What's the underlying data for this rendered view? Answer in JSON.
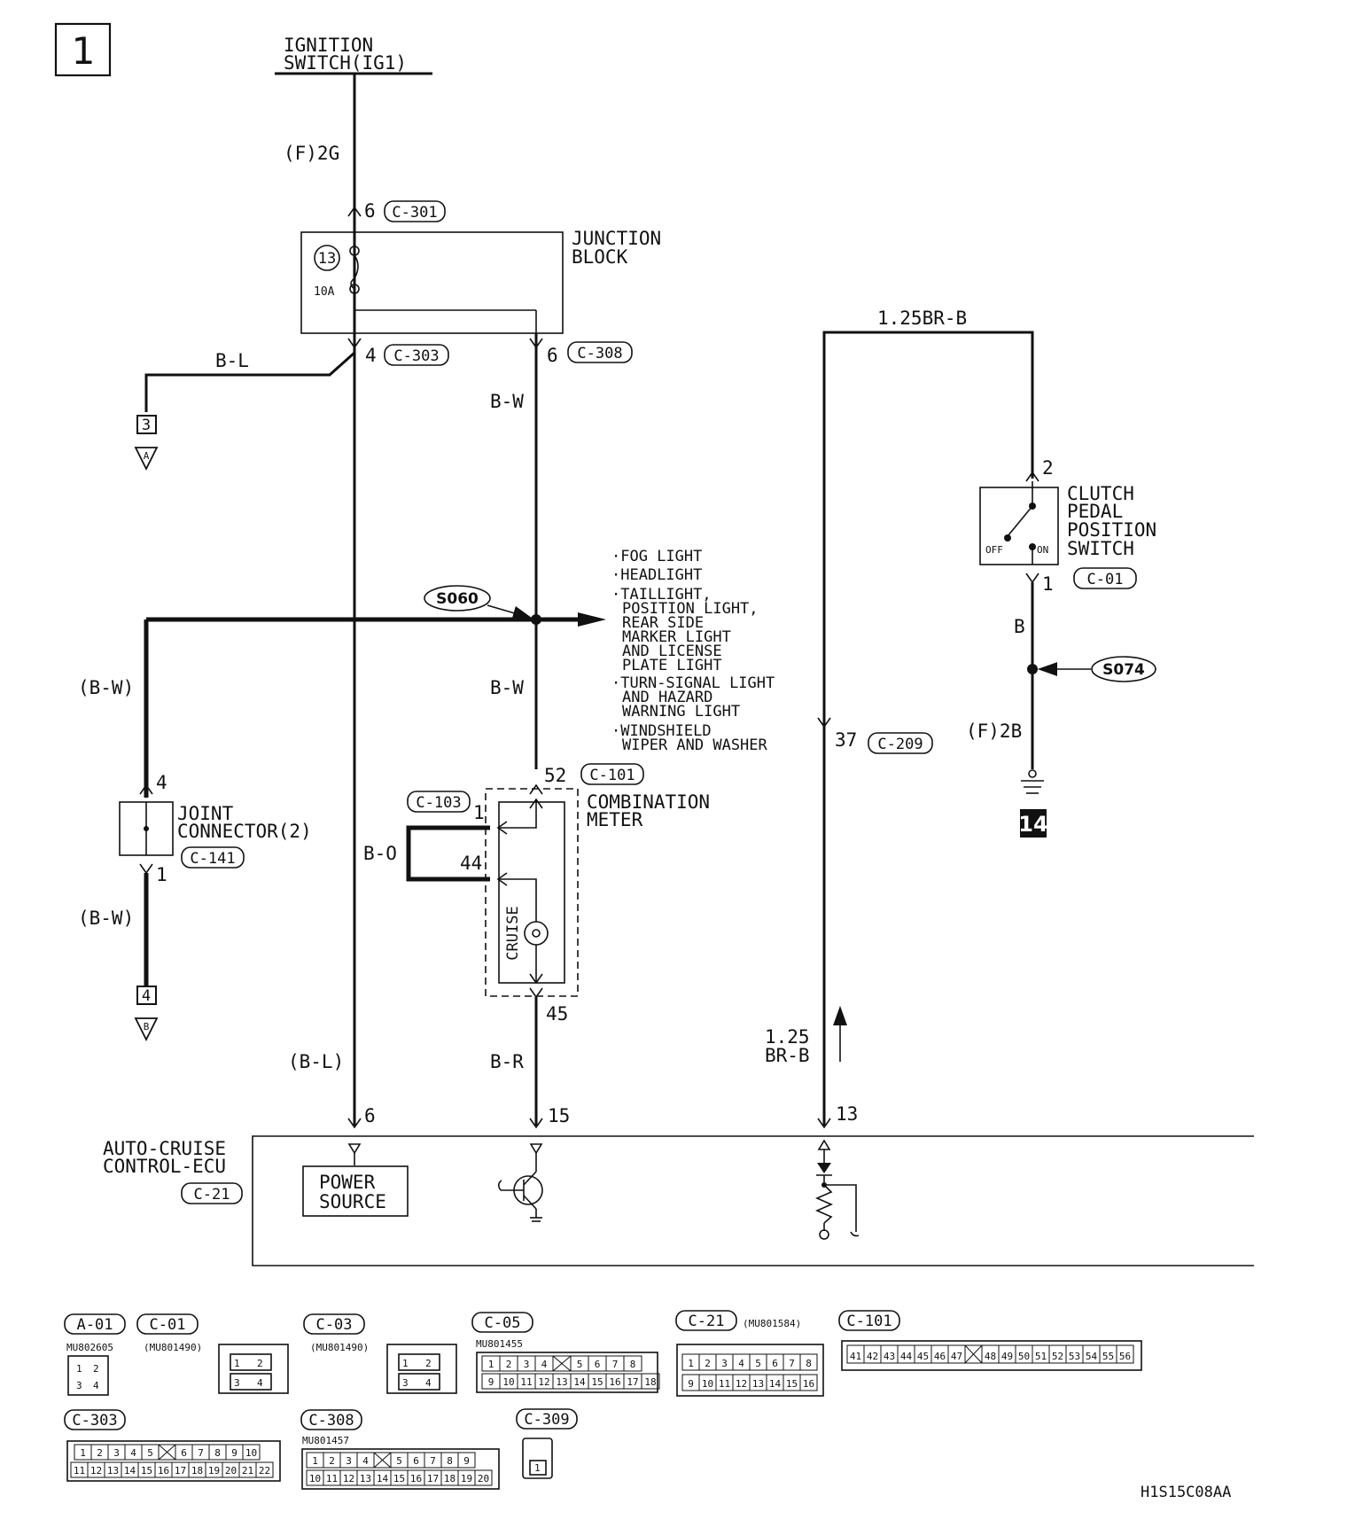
{
  "page_number": "1",
  "power": {
    "line1": "IGNITION",
    "line2": "SWITCH(IG1)",
    "wire": "(F)2G",
    "pin": "6",
    "connector": "C-301"
  },
  "junction_block": {
    "line1": "JUNCTION",
    "line2": "BLOCK",
    "fuse_no": "13",
    "fuse_rating": "10A",
    "out_left_pin": "4",
    "out_left_conn": "C-303",
    "out_right_pin": "6",
    "out_right_conn": "C-308"
  },
  "wires": {
    "bl": "B-L",
    "bw_top": "B-W",
    "bw_mid": "B-W",
    "bw_paren_top": "(B-W)",
    "bw_paren_bot": "(B-W)",
    "bo": "B-O",
    "br": "B-R",
    "bl_paren": "(B-L)",
    "brb_top": "1.25BR-B",
    "brb_bot_1": "1.25",
    "brb_bot_2": "BR-B",
    "b": "B",
    "f2b": "(F)2B"
  },
  "terminals": {
    "a_num": "3",
    "a_letter": "A",
    "b_num": "4",
    "b_letter": "B",
    "ground": "14"
  },
  "splices": {
    "s1": "S060",
    "s2": "S074"
  },
  "loads": [
    "FOG LIGHT",
    "HEADLIGHT",
    "TAILLIGHT,",
    "POSITION LIGHT,",
    "REAR SIDE",
    "MARKER LIGHT",
    "AND LICENSE",
    "PLATE LIGHT",
    "TURN-SIGNAL LIGHT",
    "AND HAZARD",
    "WARNING LIGHT",
    "WINDSHIELD",
    "WIPER AND WASHER"
  ],
  "joint": {
    "line1": "JOINT",
    "line2": "CONNECTOR(2)",
    "conn": "C-141",
    "pin_top": "4",
    "pin_bot": "1"
  },
  "meter": {
    "line1": "COMBINATION",
    "line2": "METER",
    "pin_52": "52",
    "conn": "C-101",
    "conn_103": "C-103",
    "pin_1": "1",
    "pin_44": "44",
    "pin_45": "45",
    "cruise": "CRUISE"
  },
  "clutch": {
    "line1": "CLUTCH",
    "line2": "PEDAL",
    "line3": "POSITION",
    "line4": "SWITCH",
    "conn": "C-01",
    "pin_top": "2",
    "pin_bot": "1",
    "off": "OFF",
    "on": "ON"
  },
  "c209": {
    "pin": "37",
    "conn": "C-209"
  },
  "ecu": {
    "line1": "AUTO-CRUISE",
    "line2": "CONTROL-ECU",
    "conn": "C-21",
    "pin_6": "6",
    "pin_15": "15",
    "pin_13": "13",
    "ps1": "POWER",
    "ps2": "SOURCE"
  },
  "connectors": [
    {
      "id": "A-01",
      "part": "MU802605"
    },
    {
      "id": "C-01",
      "part": "(MU801490)"
    },
    {
      "id": "C-03",
      "part": "(MU801490)"
    },
    {
      "id": "C-05",
      "part": "MU801455"
    },
    {
      "id": "C-21",
      "part": "(MU801584)"
    },
    {
      "id": "C-101",
      "part": ""
    },
    {
      "id": "C-303",
      "part": ""
    },
    {
      "id": "C-308",
      "part": "MU801457"
    },
    {
      "id": "C-309",
      "part": ""
    }
  ],
  "pins": {
    "a01": [
      "1",
      "2",
      "3",
      "4"
    ],
    "c01": [
      "1",
      "2",
      "3",
      "4"
    ],
    "c03": [
      "1",
      "2",
      "3",
      "4"
    ],
    "c05_top": [
      "1",
      "2",
      "3",
      "4",
      "",
      "5",
      "6",
      "7",
      "8"
    ],
    "c05_bot": [
      "9",
      "10",
      "11",
      "12",
      "13",
      "14",
      "15",
      "16",
      "17",
      "18"
    ],
    "c21_top": [
      "1",
      "2",
      "3",
      "4",
      "5",
      "6",
      "7",
      "8"
    ],
    "c21_bot": [
      "9",
      "10",
      "11",
      "12",
      "13",
      "14",
      "15",
      "16"
    ],
    "c101": [
      "41",
      "42",
      "43",
      "44",
      "45",
      "46",
      "47",
      "",
      "48",
      "49",
      "50",
      "51",
      "52",
      "53",
      "54",
      "55",
      "56"
    ],
    "c303_top": [
      "1",
      "2",
      "3",
      "4",
      "5",
      "",
      "6",
      "7",
      "8",
      "9",
      "10"
    ],
    "c303_bot": [
      "11",
      "12",
      "13",
      "14",
      "15",
      "16",
      "17",
      "18",
      "19",
      "20",
      "21",
      "22"
    ],
    "c308_top": [
      "1",
      "2",
      "3",
      "4",
      "",
      "5",
      "6",
      "7",
      "8",
      "9"
    ],
    "c308_bot": [
      "10",
      "11",
      "12",
      "13",
      "14",
      "15",
      "16",
      "17",
      "18",
      "19",
      "20"
    ],
    "c309": [
      "1"
    ]
  },
  "figure_code": "H1S15C08AA"
}
